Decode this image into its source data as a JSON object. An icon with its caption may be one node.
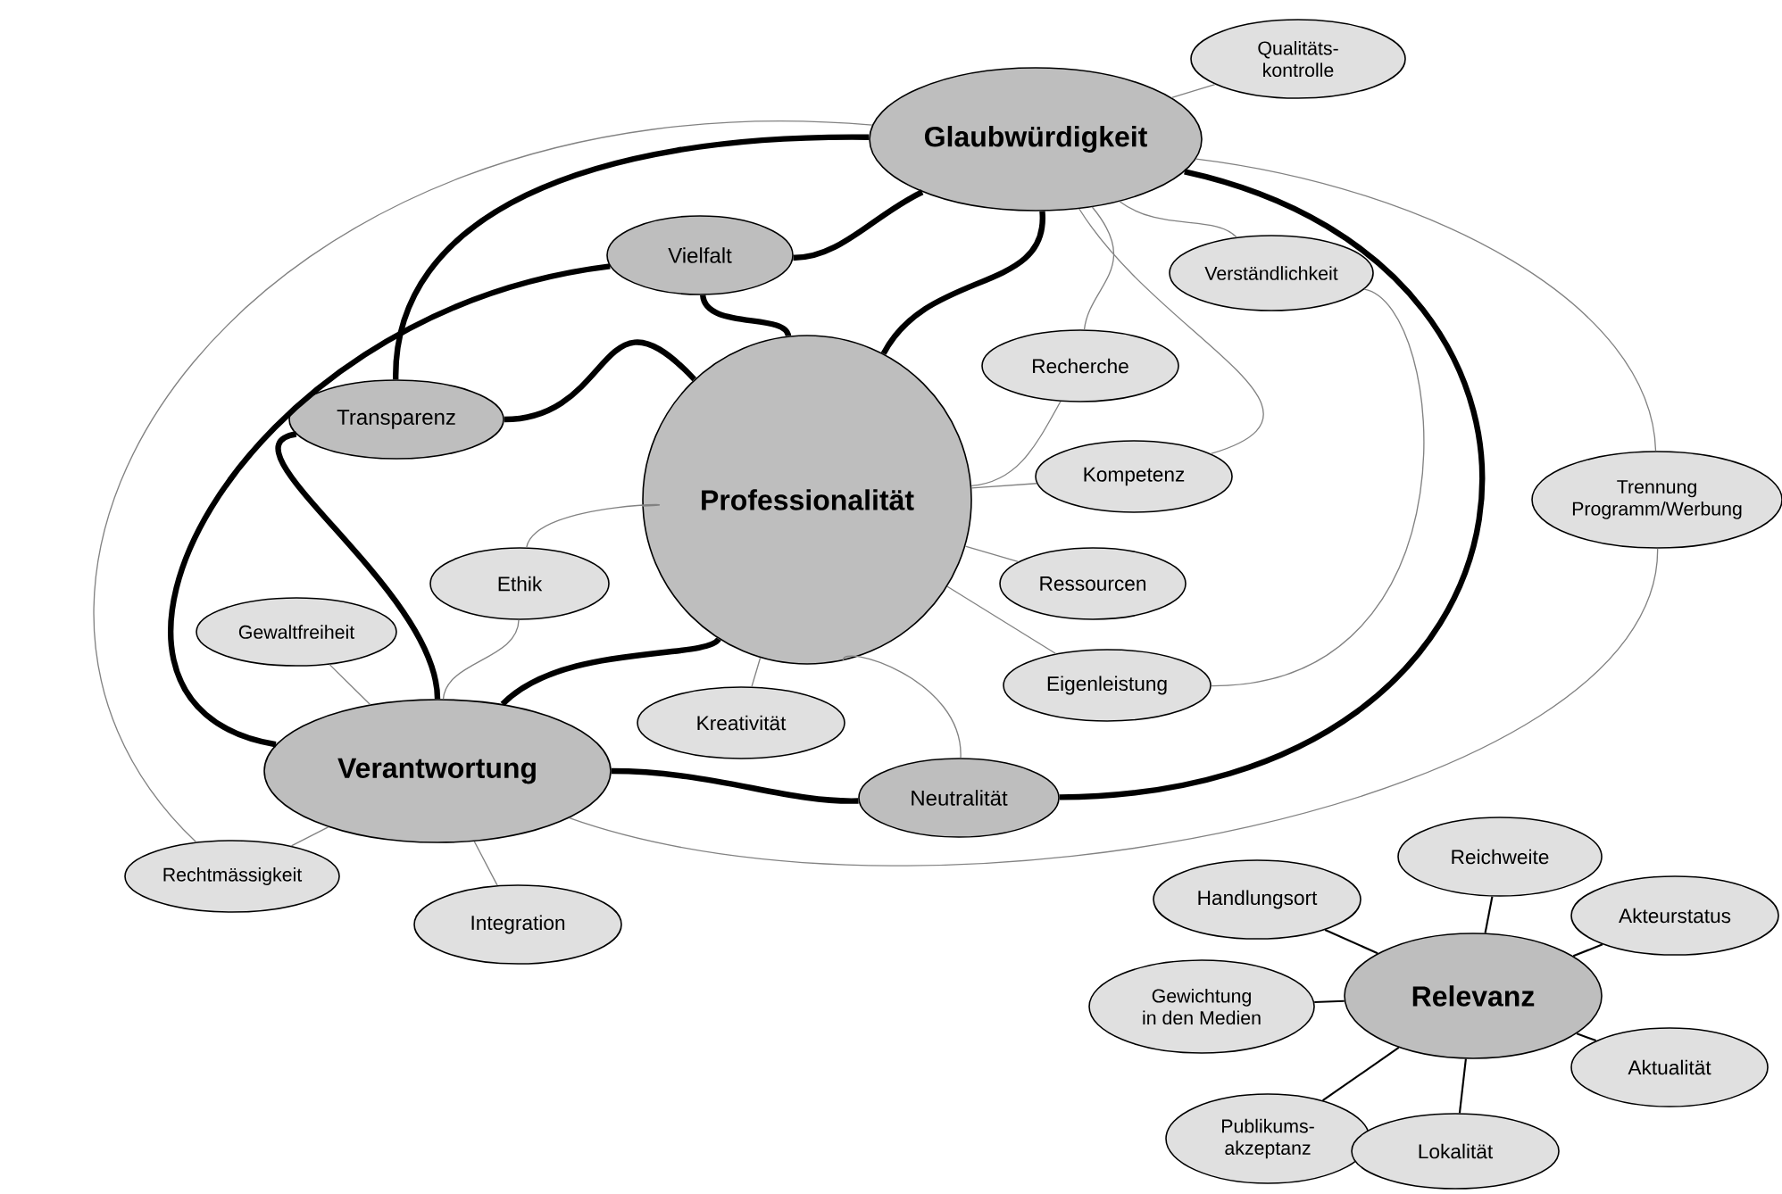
{
  "diagram": {
    "nodes": [
      {
        "text": [
          "Glaubwürdigkeit"
        ]
      },
      {
        "text": [
          "Qualitäts- kontrolle"
        ]
      },
      {
        "text": [
          "Vielfalt"
        ]
      },
      {
        "text": [
          "Verständlichkeit"
        ]
      },
      {
        "text": [
          "Recherche"
        ]
      },
      {
        "text": [
          "Transparenz"
        ]
      },
      {
        "text": [
          "Professionalität"
        ]
      },
      {
        "text": [
          "Kompetenz"
        ]
      },
      {
        "text": [
          "Trennung Programm/Werbung"
        ]
      },
      {
        "text": [
          "Ethik"
        ]
      },
      {
        "text": [
          "Ressourcen"
        ]
      },
      {
        "text": [
          "Gewaltfreiheit"
        ]
      },
      {
        "text": [
          "Eigenleistung"
        ]
      },
      {
        "text": [
          "Kreativität"
        ]
      },
      {
        "text": [
          "Verantwortung"
        ]
      },
      {
        "text": [
          "Neutralität"
        ]
      },
      {
        "text": [
          "Rechtmässigkeit"
        ]
      },
      {
        "text": [
          "Integration"
        ]
      },
      {
        "text": [
          "Reichweite"
        ]
      },
      {
        "text": [
          "Handlungsort"
        ]
      },
      {
        "text": [
          "Akteurstatus"
        ]
      },
      {
        "text": [
          "Gewichtung in den Medien"
        ]
      },
      {
        "text": [
          "Relevanz"
        ]
      },
      {
        "text": [
          "Aktualität"
        ]
      },
      {
        "text": [
          "Publikums- akzeptanz"
        ]
      },
      {
        "text": [
          "Lokalität"
        ]
      }
    ],
    "edges": [
      {
        "from": 0,
        "to": 1,
        "arrow": "none"
      },
      {
        "from": 0,
        "to": 2,
        "arrow": "none",
        "style": "thick",
        "color": "#000000"
      },
      {
        "from": 0,
        "to": 5,
        "arrow": "none",
        "style": "thick",
        "color": "#000000"
      },
      {
        "from": 0,
        "to": 6,
        "arrow": "none",
        "style": "thick",
        "color": "#000000"
      },
      {
        "from": 0,
        "to": 15,
        "arrow": "none",
        "style": "thick",
        "color": "#000000"
      },
      {
        "from": 0,
        "to": 3,
        "arrow": "none"
      },
      {
        "from": 0,
        "to": 4,
        "arrow": "none"
      },
      {
        "from": 0,
        "to": 7,
        "arrow": "none"
      },
      {
        "from": 3,
        "to": 12,
        "arrow": "none"
      },
      {
        "from": 0,
        "to": 8,
        "arrow": "none"
      },
      {
        "from": 0,
        "to": 16,
        "arrow": "none"
      },
      {
        "from": 8,
        "to": 14,
        "arrow": "none"
      },
      {
        "from": 2,
        "to": 14,
        "arrow": "none",
        "style": "thick",
        "color": "#000000"
      },
      {
        "from": 2,
        "to": 6,
        "arrow": "none",
        "style": "thick",
        "color": "#000000"
      },
      {
        "from": 5,
        "to": 6,
        "arrow": "none",
        "style": "thick",
        "color": "#000000"
      },
      {
        "from": 5,
        "to": 14,
        "arrow": "none",
        "style": "thick",
        "color": "#000000"
      },
      {
        "from": 6,
        "to": 14,
        "arrow": "none",
        "style": "thick",
        "color": "#000000"
      },
      {
        "from": 14,
        "to": 15,
        "arrow": "none",
        "style": "thick",
        "color": "#000000"
      },
      {
        "from": 6,
        "to": 4,
        "arrow": "none"
      },
      {
        "from": 6,
        "to": 7,
        "arrow": "none"
      },
      {
        "from": 6,
        "to": 10,
        "arrow": "none"
      },
      {
        "from": 6,
        "to": 12,
        "arrow": "none"
      },
      {
        "from": 6,
        "to": 9,
        "arrow": "none"
      },
      {
        "from": 6,
        "to": 13,
        "arrow": "none"
      },
      {
        "from": 6,
        "to": 15,
        "arrow": "none"
      },
      {
        "from": 14,
        "to": 9,
        "arrow": "none"
      },
      {
        "from": 14,
        "to": 11,
        "arrow": "none"
      },
      {
        "from": 14,
        "to": 16,
        "arrow": "none"
      },
      {
        "from": 14,
        "to": 17,
        "arrow": "none"
      },
      {
        "from": 22,
        "to": 18,
        "arrow": "none",
        "color": "#000000"
      },
      {
        "from": 22,
        "to": 19,
        "arrow": "none",
        "color": "#000000"
      },
      {
        "from": 22,
        "to": 20,
        "arrow": "none",
        "color": "#000000"
      },
      {
        "from": 22,
        "to": 21,
        "arrow": "none",
        "color": "#000000"
      },
      {
        "from": 22,
        "to": 23,
        "arrow": "none",
        "color": "#000000"
      },
      {
        "from": 22,
        "to": 24,
        "arrow": "none",
        "color": "#000000"
      },
      {
        "from": 22,
        "to": 25,
        "arrow": "none",
        "color": "#000000"
      }
    ]
  }
}
